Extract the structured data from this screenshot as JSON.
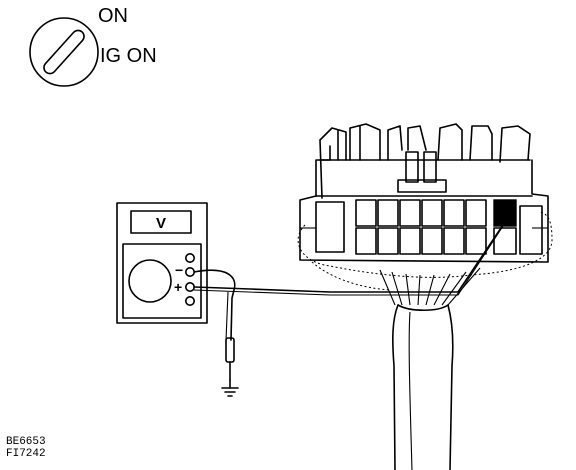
{
  "ignition": {
    "on_label": "ON",
    "ig_on_label": "IG ON"
  },
  "voltmeter": {
    "display": "V",
    "minus": "−",
    "plus": "+"
  },
  "codes": [
    "BE6653",
    "FI7242"
  ]
}
